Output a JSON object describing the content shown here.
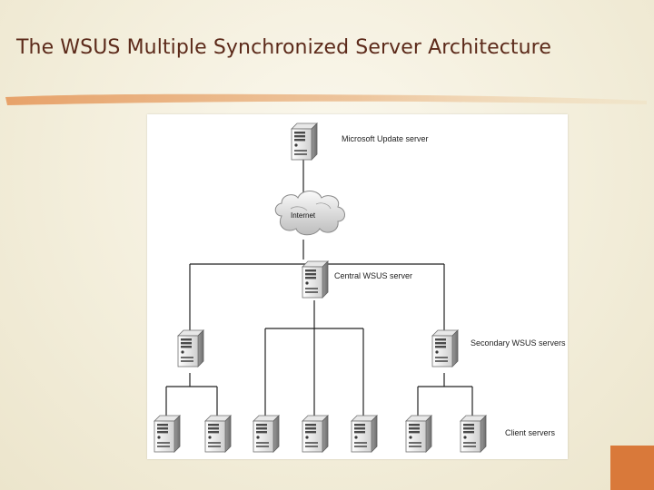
{
  "slide": {
    "title": "The WSUS Multiple Synchronized Server Architecture"
  },
  "diagram": {
    "labels": {
      "microsoft_update": "Microsoft Update server",
      "internet": "Internet",
      "central": "Central WSUS server",
      "secondary": "Secondary WSUS servers",
      "client": "Client servers"
    },
    "nodes": [
      {
        "name": "microsoft-update-server",
        "kind": "server"
      },
      {
        "name": "internet-cloud",
        "kind": "cloud"
      },
      {
        "name": "central-wsus-server",
        "kind": "server"
      },
      {
        "name": "secondary-wsus-server-left",
        "kind": "server"
      },
      {
        "name": "secondary-wsus-server-right",
        "kind": "server"
      },
      {
        "name": "client-server-1",
        "kind": "server"
      },
      {
        "name": "client-server-2",
        "kind": "server"
      },
      {
        "name": "client-server-3",
        "kind": "server"
      },
      {
        "name": "client-server-4",
        "kind": "server"
      },
      {
        "name": "client-server-5",
        "kind": "server"
      },
      {
        "name": "client-server-6",
        "kind": "server"
      },
      {
        "name": "client-server-7",
        "kind": "server"
      }
    ],
    "edges": [
      [
        "microsoft-update-server",
        "internet-cloud"
      ],
      [
        "internet-cloud",
        "central-wsus-server"
      ],
      [
        "central-wsus-server",
        "secondary-wsus-server-left"
      ],
      [
        "central-wsus-server",
        "secondary-wsus-server-right"
      ],
      [
        "central-wsus-server",
        "client-server-3"
      ],
      [
        "central-wsus-server",
        "client-server-4"
      ],
      [
        "central-wsus-server",
        "client-server-5"
      ],
      [
        "secondary-wsus-server-left",
        "client-server-1"
      ],
      [
        "secondary-wsus-server-left",
        "client-server-2"
      ],
      [
        "secondary-wsus-server-right",
        "client-server-6"
      ],
      [
        "secondary-wsus-server-right",
        "client-server-7"
      ]
    ]
  },
  "colors": {
    "title": "#5c2a1a",
    "accent": "#d9793a",
    "stroke": "#e0a068"
  }
}
